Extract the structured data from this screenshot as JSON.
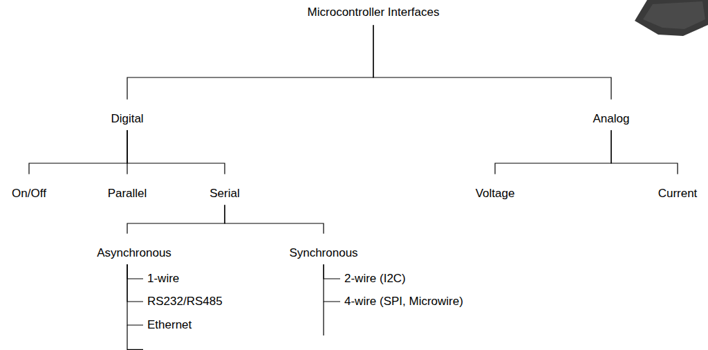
{
  "diagram": {
    "nodes": [
      {
        "text": [
          "Microcontroller Interfaces"
        ]
      },
      {
        "text": [
          "Digital"
        ]
      },
      {
        "text": [
          "Analog"
        ]
      },
      {
        "text": [
          "On/Off"
        ]
      },
      {
        "text": [
          "Parallel"
        ]
      },
      {
        "text": [
          "Serial"
        ]
      },
      {
        "text": [
          "Voltage"
        ]
      },
      {
        "text": [
          "Current"
        ]
      },
      {
        "text": [
          "Asynchronous"
        ]
      },
      {
        "text": [
          "Synchronous"
        ]
      },
      {
        "text": [
          "1-wire"
        ]
      },
      {
        "text": [
          "RS232/RS485"
        ]
      },
      {
        "text": [
          "Ethernet"
        ]
      },
      {
        "text": [
          "2-wire (I2C)"
        ]
      },
      {
        "text": [
          "4-wire (SPI, Microwire)"
        ]
      }
    ],
    "edges": [
      {
        "from": 0,
        "to": 1,
        "arrow": "none"
      },
      {
        "from": 0,
        "to": 2,
        "arrow": "none"
      },
      {
        "from": 1,
        "to": 3,
        "arrow": "none"
      },
      {
        "from": 1,
        "to": 4,
        "arrow": "none"
      },
      {
        "from": 1,
        "to": 5,
        "arrow": "none"
      },
      {
        "from": 2,
        "to": 6,
        "arrow": "none"
      },
      {
        "from": 2,
        "to": 7,
        "arrow": "none"
      },
      {
        "from": 5,
        "to": 8,
        "arrow": "none"
      },
      {
        "from": 5,
        "to": 9,
        "arrow": "none"
      },
      {
        "from": 8,
        "to": 10,
        "arrow": "none"
      },
      {
        "from": 8,
        "to": 11,
        "arrow": "none"
      },
      {
        "from": 8,
        "to": 12,
        "arrow": "none"
      },
      {
        "from": 9,
        "to": 13,
        "arrow": "none"
      },
      {
        "from": 9,
        "to": 14,
        "arrow": "none"
      }
    ]
  }
}
